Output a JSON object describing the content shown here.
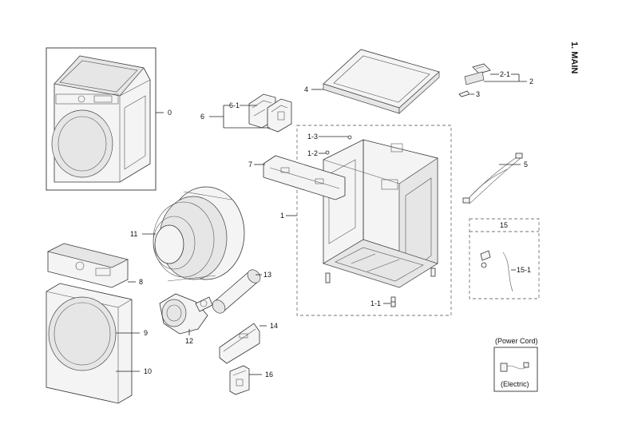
{
  "section_title": "1. MAIN",
  "labels": {
    "p0": "0",
    "p1": "1",
    "p1_1": "1-1",
    "p1_2": "1-2",
    "p1_3": "1-3",
    "p2": "2",
    "p2_1": "2-1",
    "p3": "3",
    "p4": "4",
    "p5": "5",
    "p6": "6",
    "p6_1": "6-1",
    "p7": "7",
    "p8": "8",
    "p9": "9",
    "p10": "10",
    "p11": "11",
    "p12": "12",
    "p13": "13",
    "p14": "14",
    "p15": "15",
    "p15_1": "15-1",
    "p16": "16"
  },
  "power_cord": {
    "title": "(Power Cord)",
    "caption": "(Electric)"
  }
}
